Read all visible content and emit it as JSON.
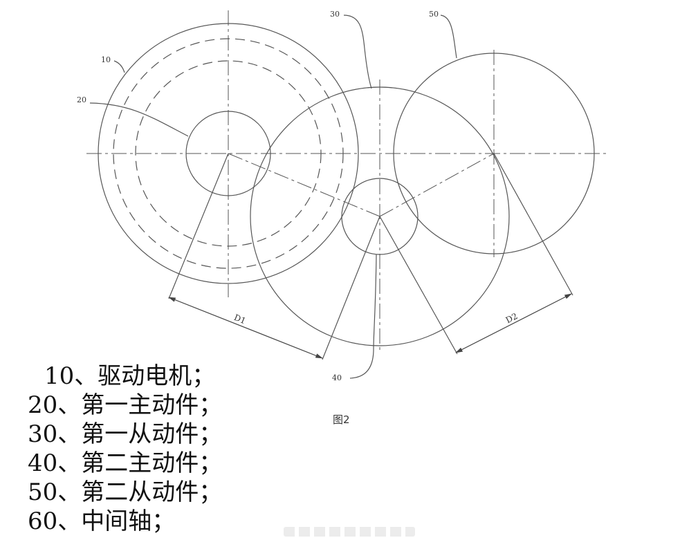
{
  "figure": {
    "caption": "图2",
    "ref_labels": {
      "r10": "10",
      "r20": "20",
      "r30": "30",
      "r40": "40",
      "r50": "50"
    },
    "dimensions": {
      "d1": "D1",
      "d2": "D2"
    },
    "stroke_color": "#555555"
  },
  "legend": {
    "items": [
      "10、驱动电机；",
      "20、第一主动件；",
      "30、第一从动件；",
      "40、第二主动件；",
      "50、第二从动件；",
      "60、中间轴；"
    ]
  }
}
